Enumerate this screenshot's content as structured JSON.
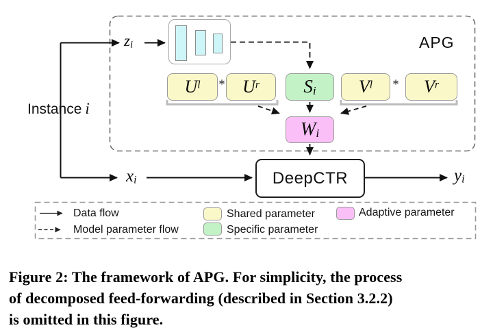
{
  "colors": {
    "shared_parameter": "#FAF8C9",
    "specific_parameter": "#C3F2C6",
    "adaptive_parameter": "#F9BFF6",
    "embedding_bar": "#CEF5F7"
  },
  "diagram": {
    "apg_label": "APG",
    "instance_label": "Instance",
    "instance_var": "i",
    "deepctr_label": "DeepCTR",
    "star": "*",
    "vars": {
      "z": {
        "base": "z",
        "sub": "i"
      },
      "x": {
        "base": "x",
        "sub": "i"
      },
      "y": {
        "base": "y",
        "sub": "i"
      },
      "s": {
        "base": "S",
        "sub": "i"
      },
      "w": {
        "base": "W",
        "sub": "i"
      },
      "ul": {
        "base": "U",
        "sup": "l"
      },
      "ur": {
        "base": "U",
        "sup": "r"
      },
      "vl": {
        "base": "V",
        "sup": "l"
      },
      "vr": {
        "base": "V",
        "sup": "r"
      }
    }
  },
  "legend": {
    "data_flow": "Data flow",
    "model_parameter_flow": "Model parameter flow",
    "shared": "Shared parameter",
    "specific": "Specific parameter",
    "adaptive": "Adaptive parameter"
  },
  "caption": {
    "lines": [
      "Figure 2: The framework of APG. For simplicity, the process",
      "of decomposed feed-forwarding (described in Section 3.2.2)",
      "is omitted in this figure."
    ]
  }
}
